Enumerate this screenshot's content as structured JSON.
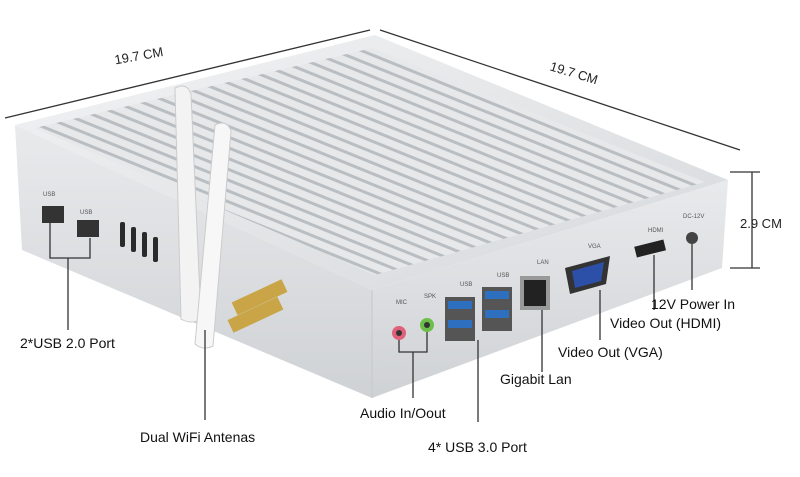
{
  "dimensions": {
    "length": "19.7 CM",
    "width": "19.7 CM",
    "height": "2.9 CM"
  },
  "port_labels": {
    "usb_left_1": "USB",
    "usb_left_2": "USB",
    "mic": "MIC",
    "spk": "SPK",
    "usb_1": "USB",
    "usb_2": "USB",
    "lan": "LAN",
    "vga": "VGA",
    "hdmi": "HDMI",
    "dc": "DC-12V"
  },
  "callouts": {
    "usb2": "2*USB 2.0 Port",
    "wifi": "Dual WiFi Antenas",
    "audio": "Audio In/Oout",
    "usb3": "4* USB 3.0 Port",
    "lan": "Gigabit Lan",
    "vga": "Video Out (VGA)",
    "hdmi": "Video Out (HDMI)",
    "power": "12V Power In"
  },
  "colors": {
    "body": "#e4e6e8",
    "usb3": "#2f6fc0",
    "mic": "#e0607a",
    "spk": "#6cc04a",
    "vga": "#2c4fa8"
  }
}
